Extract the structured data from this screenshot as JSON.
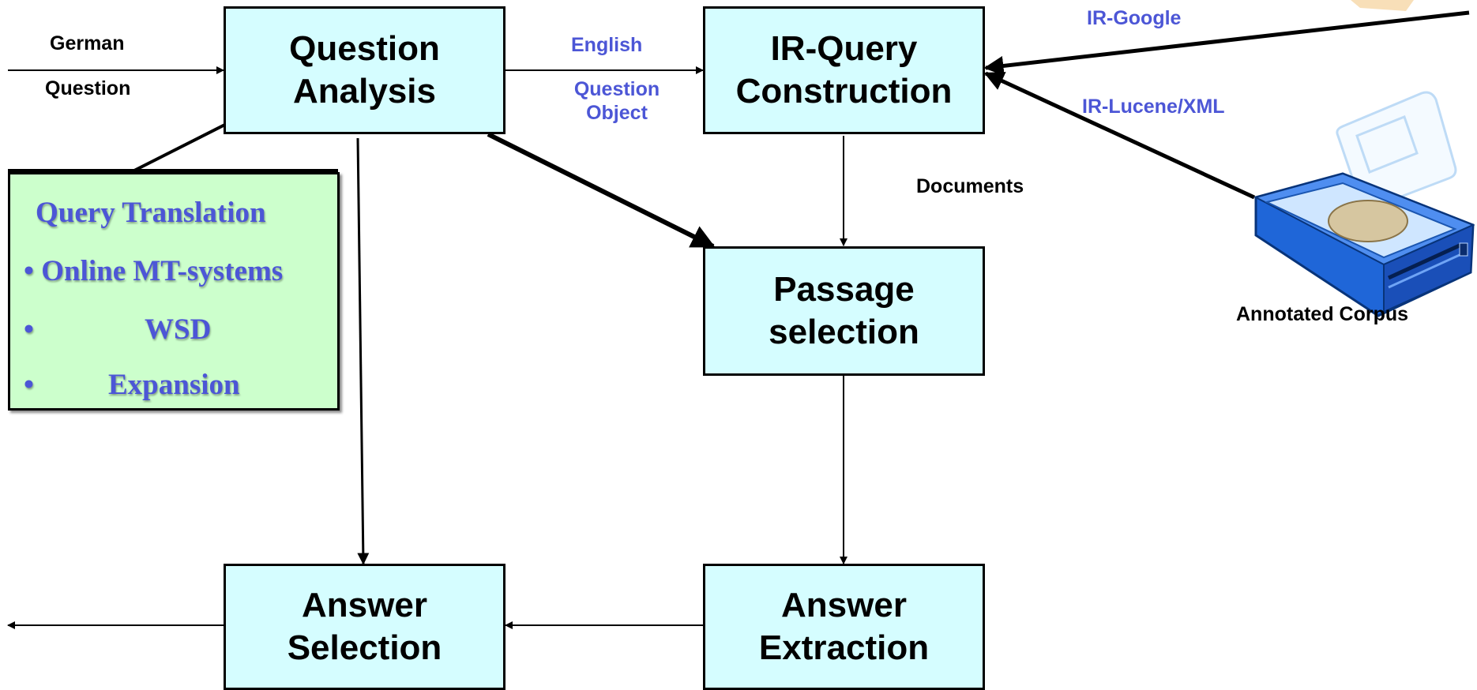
{
  "boxes": {
    "question_analysis": [
      "Question",
      "Analysis"
    ],
    "ir_query_construction": [
      "IR-Query",
      "Construction"
    ],
    "passage_selection": [
      "Passage",
      "selection"
    ],
    "answer_selection": [
      "Answer",
      "Selection"
    ],
    "answer_extraction": [
      "Answer",
      "Extraction"
    ]
  },
  "labels": {
    "german": "German",
    "question": "Question",
    "english": "English",
    "question_blue": "Question",
    "object": "Object",
    "documents": "Documents",
    "ir_google": "IR-Google",
    "ir_lucene": "IR-Lucene/XML",
    "annotated_corpus": "Annotated Corpus"
  },
  "query_translation": {
    "title": "Query Translation",
    "bullet": "•",
    "items": [
      "Online MT-systems",
      "WSD",
      "Expansion"
    ]
  },
  "icons": {
    "corpus": "disk-drive-icon"
  },
  "colors": {
    "box_fill": "#d5fdff",
    "translation_fill": "#ccffcc",
    "label_blue": "#4c56d6"
  }
}
